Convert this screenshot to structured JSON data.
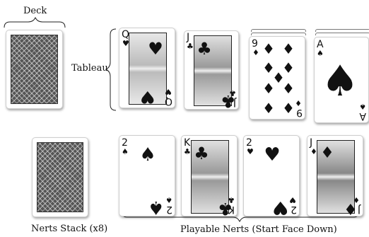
{
  "labels": {
    "deck": "Deck",
    "tableau": "Tableau",
    "nerts_stack": "Nerts Stack (x8)",
    "playable_nerts": "Playable Nerts (Start Face Down)"
  },
  "tableau": [
    {
      "rank": "Q",
      "suit": "♥"
    },
    {
      "rank": "J",
      "suit": "♣"
    },
    {
      "rank": "9",
      "suit": "♦"
    },
    {
      "rank": "A",
      "suit": "♠"
    }
  ],
  "playable_nerts": [
    {
      "rank": "2",
      "suit": "♠"
    },
    {
      "rank": "K",
      "suit": "♣"
    },
    {
      "rank": "2",
      "suit": "♥"
    },
    {
      "rank": "J",
      "suit": "♦"
    }
  ],
  "colors": {
    "ink": "#111111",
    "card_border": "#cfcfcf",
    "back": "#555555"
  }
}
